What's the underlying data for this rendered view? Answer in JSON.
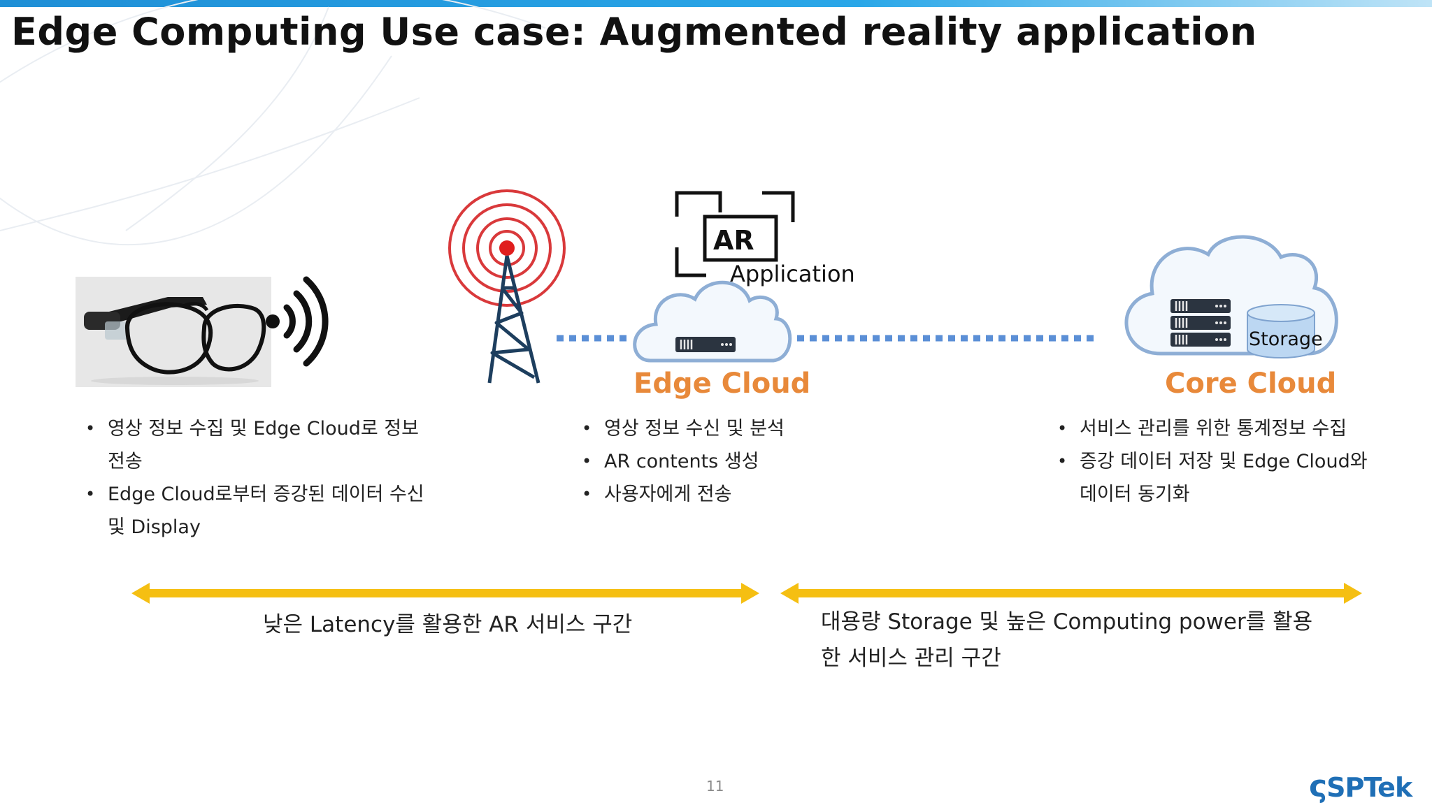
{
  "slide": {
    "title": "Edge Computing Use case: Augmented reality application",
    "page_number": "11",
    "logo_text": "SPTek"
  },
  "ar_app": {
    "badge": "AR",
    "label": "Application"
  },
  "edge_cloud": {
    "label": "Edge Cloud",
    "bullets": [
      "영상 정보 수신 및 분석",
      "AR contents 생성",
      "사용자에게 전송"
    ]
  },
  "core_cloud": {
    "label": "Core Cloud",
    "storage_label": "Storage",
    "bullets": [
      "서비스 관리를 위한 통계정보 수집",
      "증강 데이터 저장 및 Edge Cloud와 데이터 동기화"
    ]
  },
  "device": {
    "bullets": [
      "영상 정보 수집 및 Edge Cloud로 정보 전송",
      "Edge Cloud로부터 증강된 데이터 수신 및 Display"
    ]
  },
  "zones": {
    "low_latency": "낮은 Latency를 활용한 AR 서비스 구간",
    "core_management": "대용량 Storage 및 높은 Computing power를 활용한 서비스 관리 구간"
  },
  "colors": {
    "accent_orange": "#e8893a",
    "arrow_yellow": "#f5bf12",
    "link_blue": "#5b8fd6",
    "tower_red": "#d9393b",
    "tower_navy": "#1d3e5e",
    "cloud_outline": "#8eaed5",
    "cloud_fill": "#f3f8fd"
  },
  "icons": [
    "smart-glasses-image",
    "wifi-signal-icon",
    "radio-tower-icon",
    "ar-frame-icon",
    "server-icon",
    "cloud-icon",
    "storage-cylinder-icon",
    "double-arrow-icon"
  ]
}
